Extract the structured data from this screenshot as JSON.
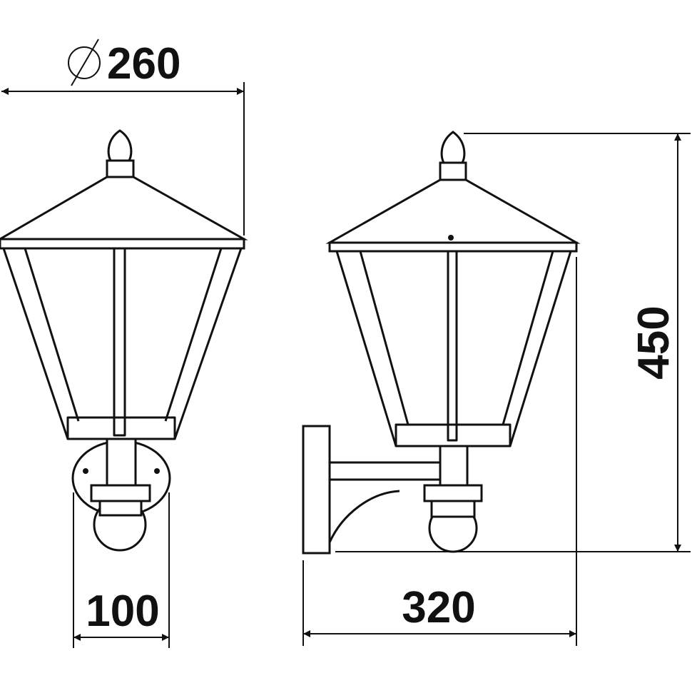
{
  "dimensions": {
    "diameter": {
      "symbol": "Ø",
      "value": "260"
    },
    "height": {
      "value": "450"
    },
    "mount_width": {
      "value": "100"
    },
    "depth": {
      "value": "320"
    }
  },
  "colors": {
    "line": "#111111",
    "background": "#ffffff"
  }
}
